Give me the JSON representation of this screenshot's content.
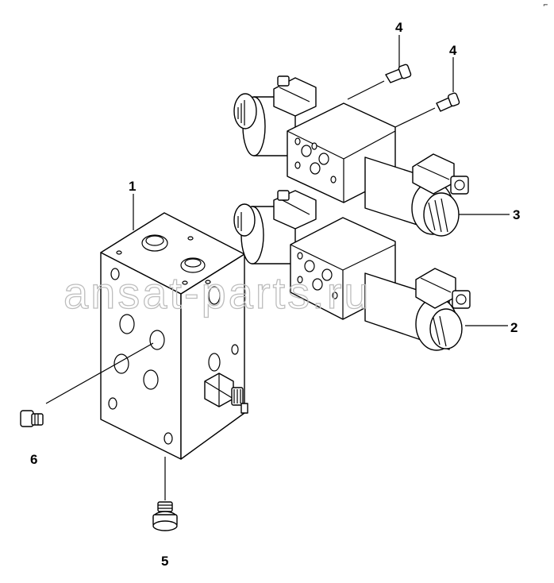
{
  "corner_mark": "⌐",
  "watermark": "ansat-parts.ru",
  "callouts": {
    "c1": "1",
    "c2": "2",
    "c3": "3",
    "c4a": "4",
    "c4b": "4",
    "c5": "5",
    "c6": "6"
  },
  "colors": {
    "line": "#000000",
    "background": "#ffffff",
    "watermark": "#bdbdbd"
  }
}
